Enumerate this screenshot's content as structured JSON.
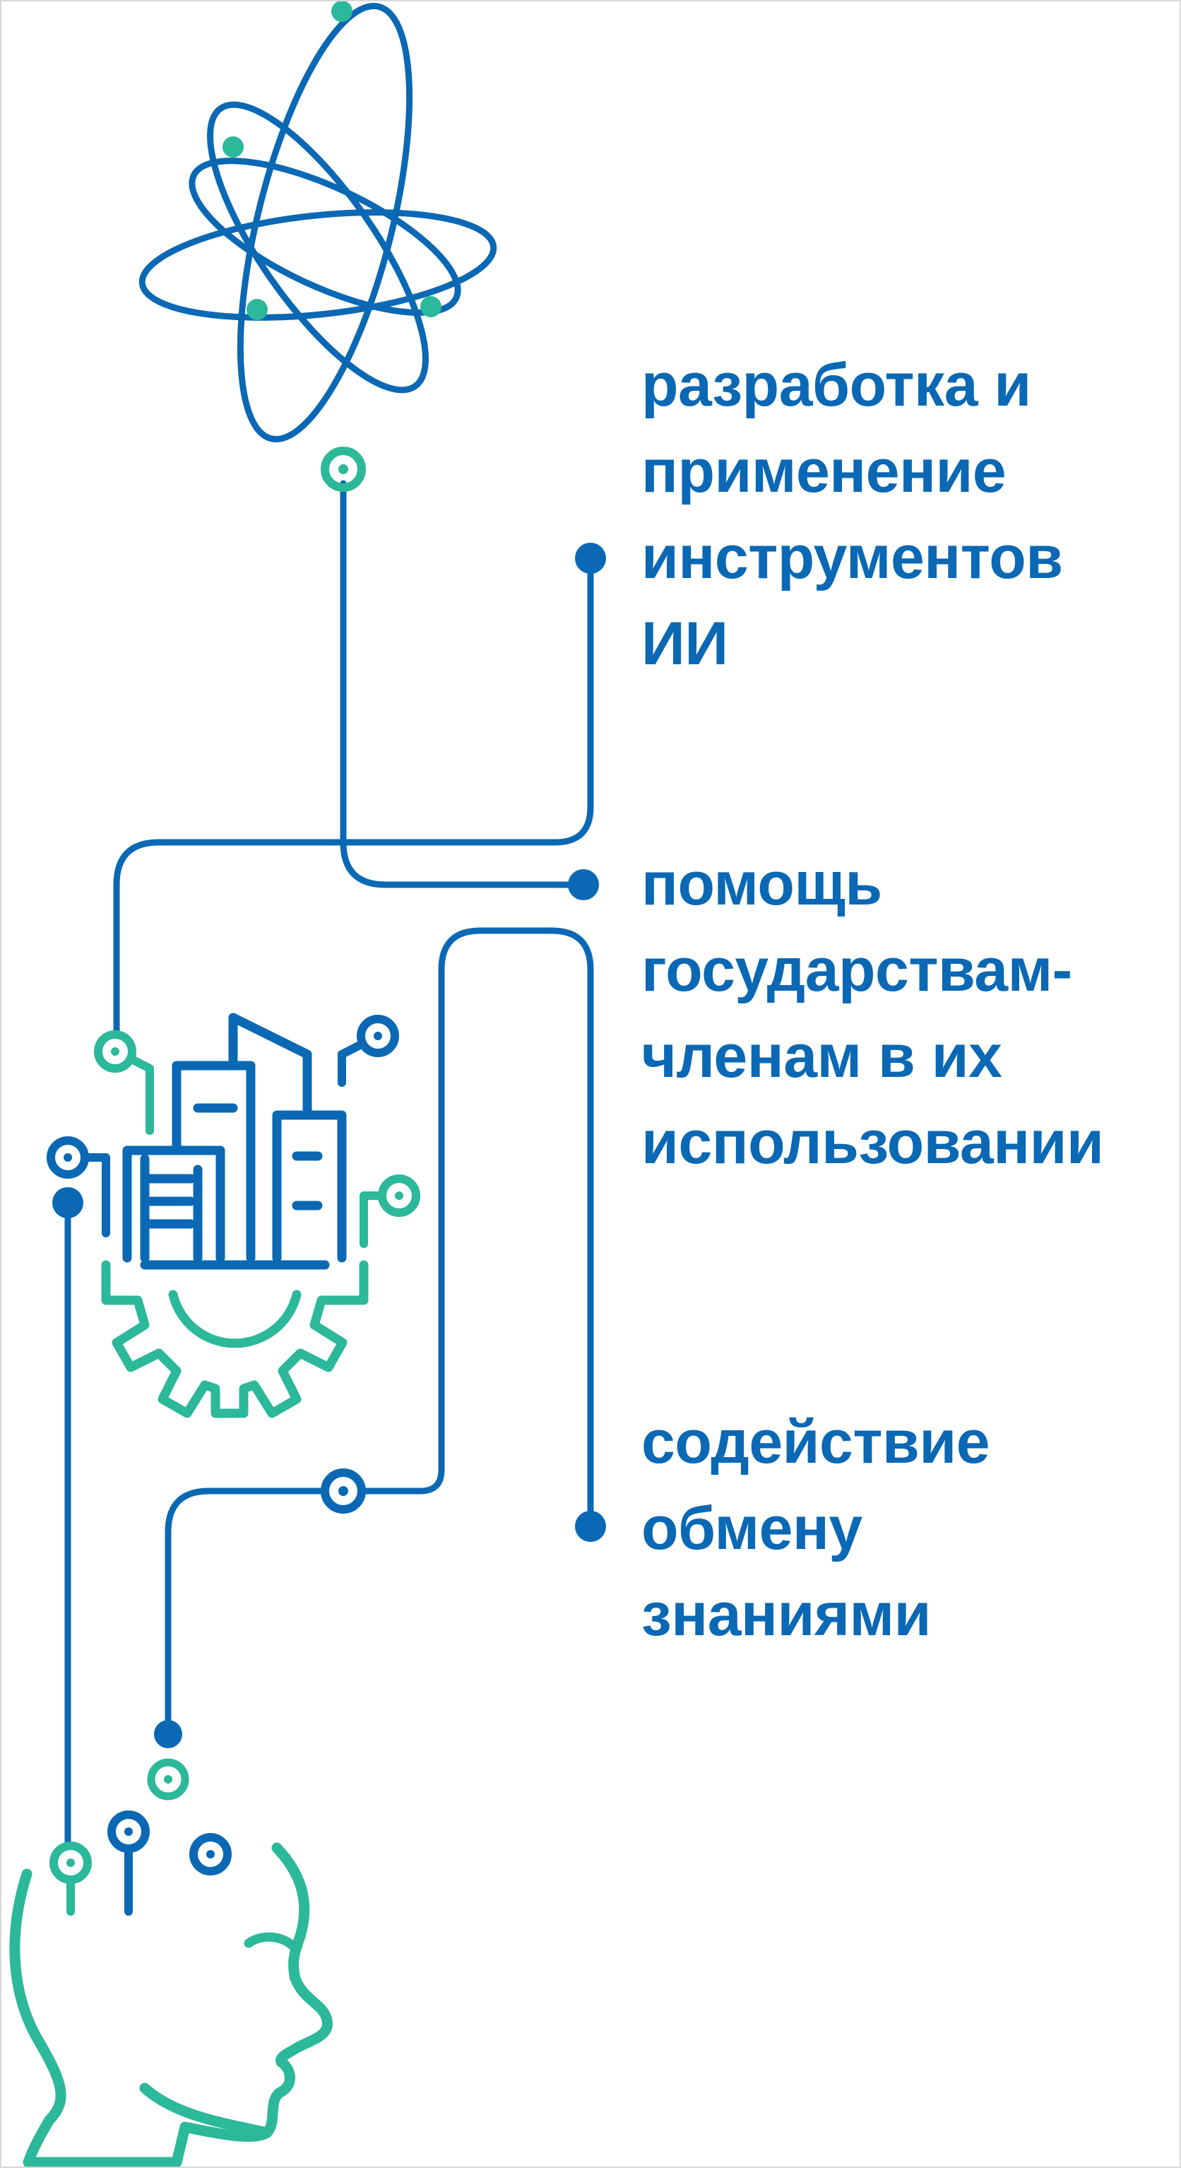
{
  "colors": {
    "blue": "#0a68b4",
    "green": "#2cb89a",
    "background": "#ffffff"
  },
  "icons": [
    "atom-icon",
    "industry-gear-icon",
    "human-head-icon"
  ],
  "captions": [
    {
      "lines": [
        "разработка и",
        "применение",
        "инструментов",
        "ИИ"
      ]
    },
    {
      "lines": [
        "помощь",
        "государствам-",
        "членам в их",
        "использовании"
      ]
    },
    {
      "lines": [
        "содействие",
        "обмену",
        "знаниями"
      ]
    }
  ]
}
